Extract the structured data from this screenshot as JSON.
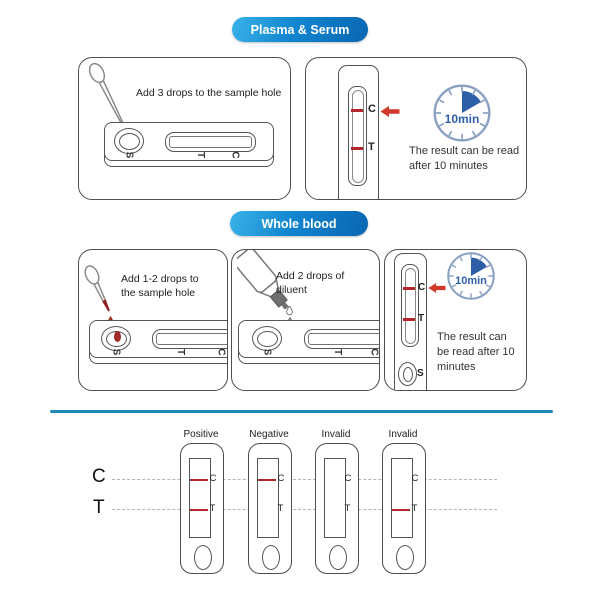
{
  "colors": {
    "badge_blue_light": "#3ab3e8",
    "badge_blue_dark": "#0a66b2",
    "line_red": "#b2262c",
    "arrow_red": "#d2372b",
    "clock_blue": "#2d5ea6",
    "clock_ring": "#8ba1c2",
    "divider_blue": "#1f87b5"
  },
  "letters": {
    "c": "C",
    "t": "T",
    "s": "S"
  },
  "plasma_section": {
    "badge": "Plasma & Serum",
    "instruction": "Add 3 drops to the sample hole",
    "clock_label": "10min",
    "result_lines": [
      "The result can be read",
      "after 10 minutes"
    ]
  },
  "whole_blood_section": {
    "badge": "Whole blood",
    "step1_lines": [
      "Add 1-2 drops to",
      "the sample hole"
    ],
    "step2_lines": [
      "Add 2 drops of",
      "diluent"
    ],
    "clock_label": "10min",
    "result_lines": [
      "The result can",
      "be read after 10",
      "minutes"
    ]
  },
  "results_section": {
    "row_labels": {
      "c": "C",
      "t": "T"
    },
    "cassettes": [
      {
        "label": "Positive",
        "c_line": true,
        "t_line": true
      },
      {
        "label": "Negative",
        "c_line": true,
        "t_line": false
      },
      {
        "label": "Invalid",
        "c_line": false,
        "t_line": false
      },
      {
        "label": "Invalid",
        "c_line": false,
        "t_line": true
      }
    ]
  }
}
